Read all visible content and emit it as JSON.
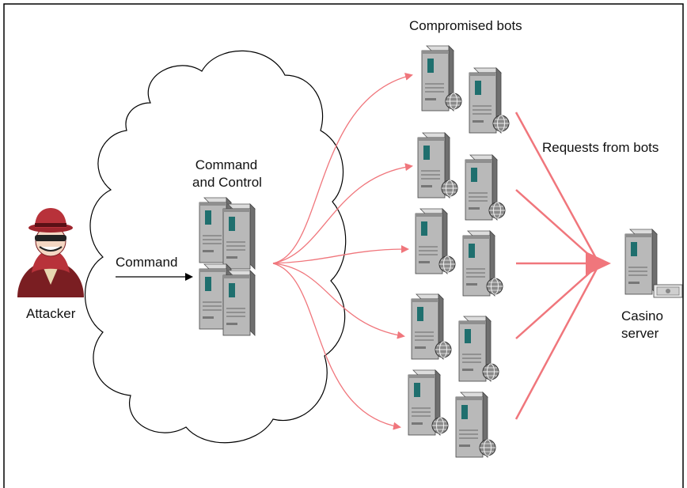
{
  "labels": {
    "compromised_bots": "Compromised bots",
    "requests_from_bots": "Requests from bots",
    "cnc_line1": "Command",
    "cnc_line2": "and Control",
    "command": "Command",
    "attacker": "Attacker",
    "casino_line1": "Casino",
    "casino_line2": "server"
  },
  "colors": {
    "frame": "#000000",
    "arrow_red": "#f0767c",
    "server_dark": "#6f6f6f",
    "server_mid": "#9a9a9a",
    "server_light": "#cfcfcf",
    "screen_teal": "#1f6f6e",
    "hat_red": "#b8323a",
    "coat_dark": "#7a1e22"
  }
}
